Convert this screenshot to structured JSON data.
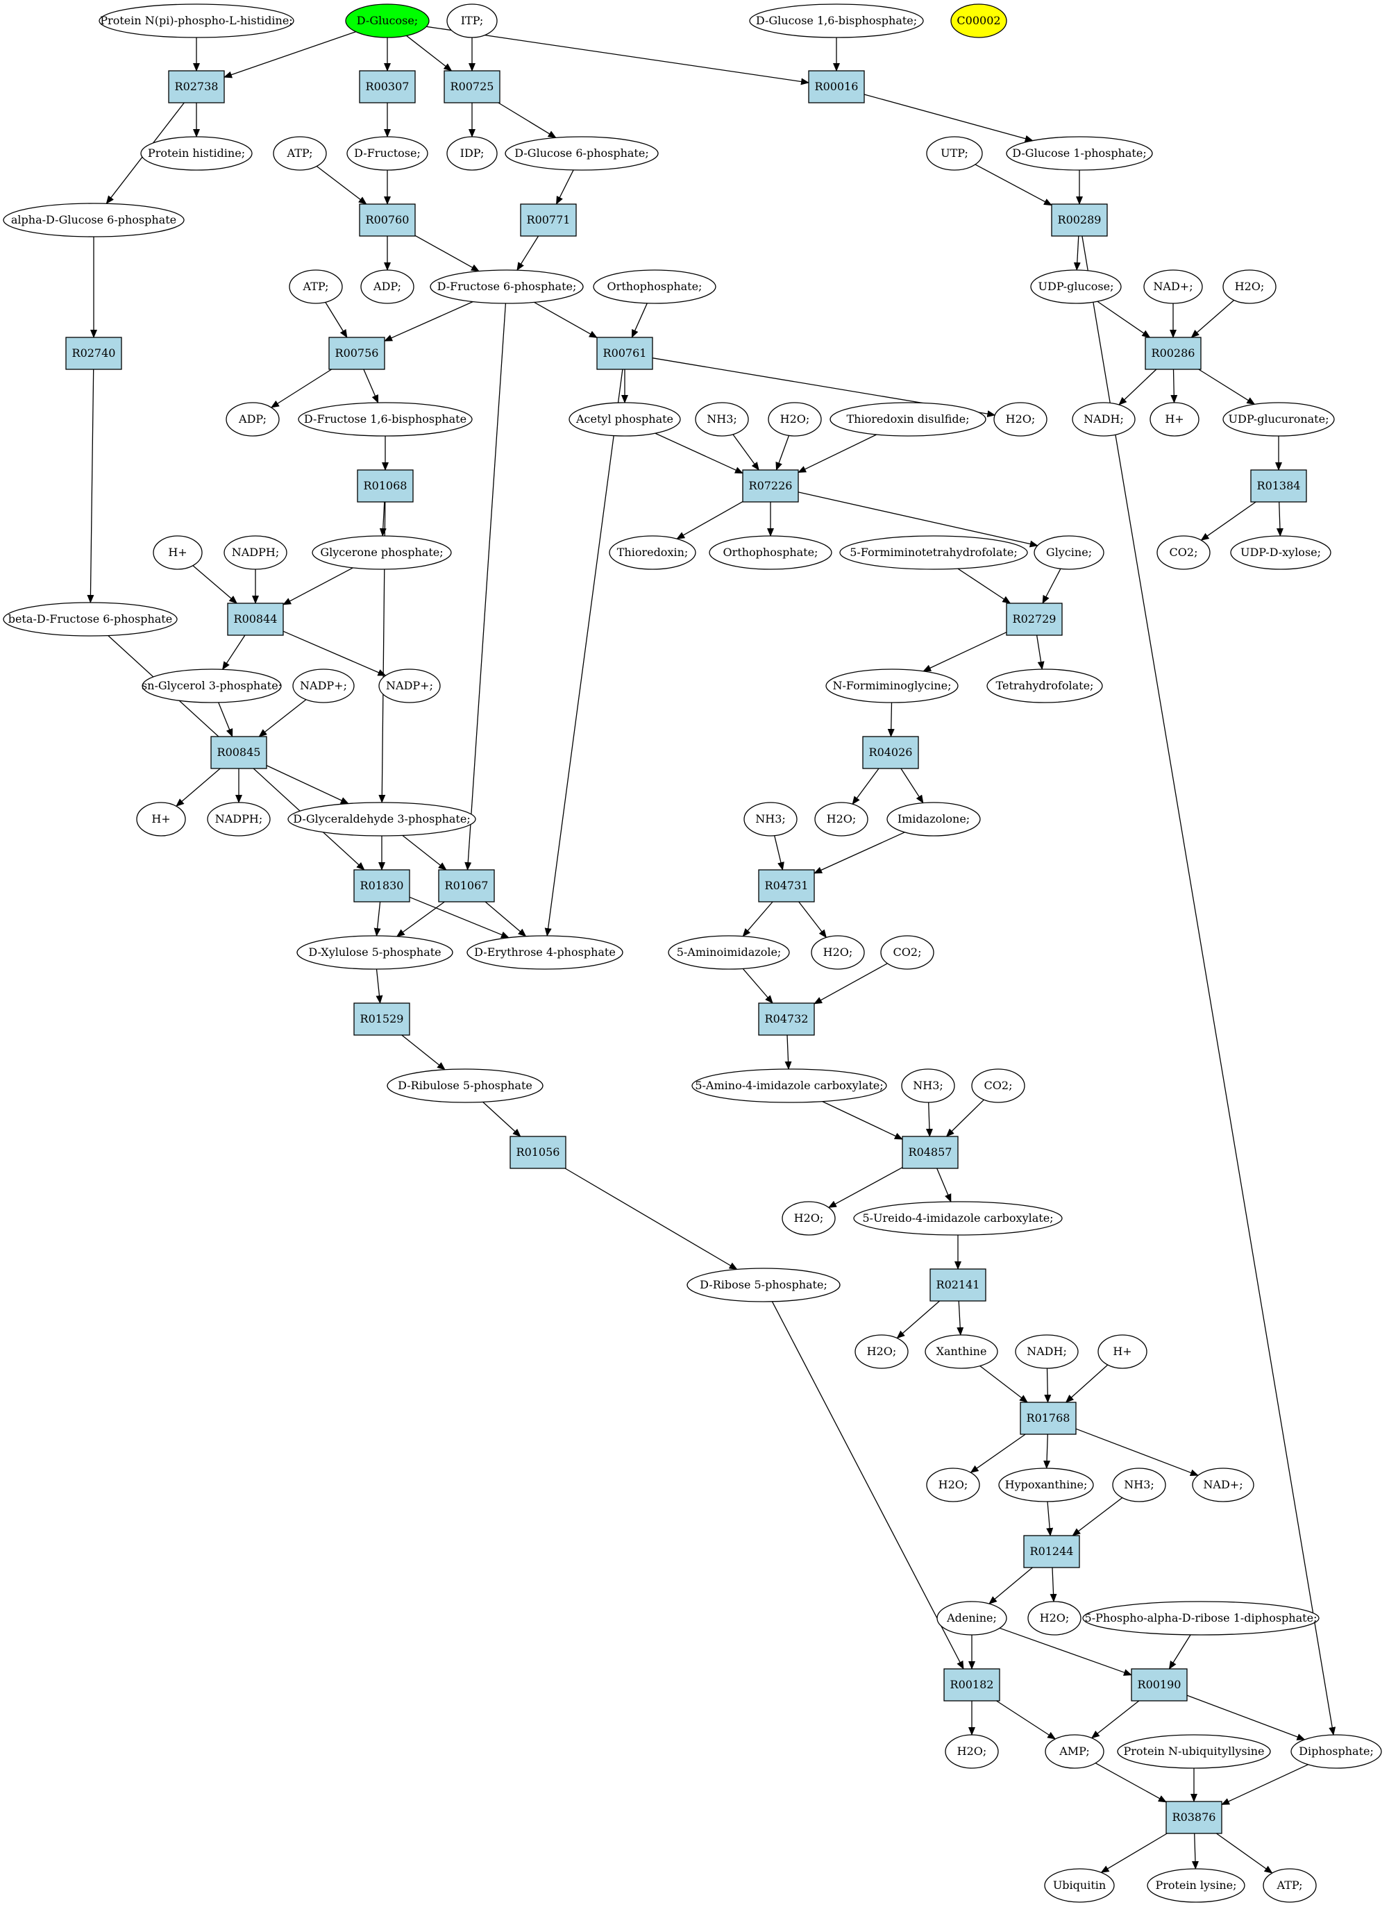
{
  "colors": {
    "reaction_fill": "#add8e6",
    "compound_fill": "#ffffff",
    "start_fill": "#00ff00",
    "highlight_fill": "#ffff00",
    "edge": "#000000"
  },
  "compounds": {
    "protein_npi_his": "Protein N(pi)-phospho-L-histidine;",
    "d_glucose": "D-Glucose;",
    "itp": "ITP;",
    "d_glucose_16bp": "D-Glucose 1,6-bisphosphate;",
    "c00002": "C00002",
    "protein_histidine": "Protein histidine;",
    "atp_a": "ATP;",
    "d_fructose": "D-Fructose;",
    "idp": "IDP;",
    "d_glucose_6p": "D-Glucose 6-phosphate;",
    "utp": "UTP;",
    "d_glucose_1p": "D-Glucose 1-phosphate;",
    "alpha_d_glucose_6p": "alpha-D-Glucose 6-phosphate",
    "adp_a": "ADP;",
    "atp_b": "ATP;",
    "d_fructose_6p": "D-Fructose 6-phosphate;",
    "orthophosphate_a": "Orthophosphate;",
    "udp_glucose": "UDP-glucose;",
    "nadp_plus_top": "NAD+;",
    "h2o_udp": "H2O;",
    "adp_b": "ADP;",
    "d_fructose_16bp": "D-Fructose 1,6-bisphosphate",
    "acetyl_phosphate": "Acetyl phosphate",
    "nh3_a": "NH3;",
    "h2o_a": "H2O;",
    "thioredoxin_disulfide": "Thioredoxin disulfide;",
    "h2o_r00761": "H2O;",
    "nadh_a": "NADH;",
    "h_plus_a": "H+",
    "udp_glucuronate": "UDP-glucuronate;",
    "h_plus_b": "H+",
    "nadph_a": "NADPH;",
    "glycerone_phosphate": "Glycerone phosphate;",
    "thioredoxin": "Thioredoxin;",
    "orthophosphate_b": "Orthophosphate;",
    "formiminotetrahydrofolate": "5-Formiminotetrahydrofolate;",
    "glycine": "Glycine;",
    "co2_a": "CO2;",
    "udp_d_xylose": "UDP-D-xylose;",
    "beta_d_fructose_6p": "beta-D-Fructose 6-phosphate",
    "sn_glycerol_3p": "sn-Glycerol 3-phosphate;",
    "nadp_plus_a": "NADP+;",
    "nadp_plus_b": "NADP+;",
    "n_formiminoglycine": "N-Formiminoglycine;",
    "tetrahydrofolate": "Tetrahydrofolate;",
    "h_plus_c": "H+",
    "nadph_b": "NADPH;",
    "d_glyceraldehyde_3p": "D-Glyceraldehyde 3-phosphate;",
    "nh3_b": "NH3;",
    "h2o_b": "H2O;",
    "imidazolone": "Imidazolone;",
    "d_xylulose_5p": "D-Xylulose 5-phosphate",
    "d_erythrose_4p": "D-Erythrose 4-phosphate",
    "aminoimidazole": "5-Aminoimidazole;",
    "h2o_c": "H2O;",
    "co2_b": "CO2;",
    "d_ribulose_5p": "D-Ribulose 5-phosphate",
    "amino_imidazole_carboxylate": "5-Amino-4-imidazole carboxylate;",
    "nh3_c": "NH3;",
    "co2_c": "CO2;",
    "h2o_d": "H2O;",
    "ureido_imidazole_carboxylate": "5-Ureido-4-imidazole carboxylate;",
    "d_ribose_5p": "D-Ribose 5-phosphate;",
    "h2o_e": "H2O;",
    "xanthine": "Xanthine",
    "nadh_b": "NADH;",
    "h_plus_d": "H+",
    "h2o_f": "H2O;",
    "hypoxanthine": "Hypoxanthine;",
    "nh3_d": "NH3;",
    "nad_plus_b": "NAD+;",
    "adenine": "Adenine;",
    "h2o_g": "H2O;",
    "prpp": "5-Phospho-alpha-D-ribose 1-diphosphate;",
    "h2o_h": "H2O;",
    "amp": "AMP;",
    "protein_n_ubiquityllysine": "Protein N-ubiquityllysine",
    "diphosphate": "Diphosphate;",
    "ubiquitin": "Ubiquitin",
    "protein_lysine": "Protein lysine;",
    "atp_c": "ATP;"
  },
  "reactions": {
    "R02738": "R02738",
    "R00307": "R00307",
    "R00725": "R00725",
    "R00016": "R00016",
    "R00760": "R00760",
    "R00771": "R00771",
    "R00289": "R00289",
    "R02740": "R02740",
    "R00756": "R00756",
    "R00761": "R00761",
    "R00286": "R00286",
    "R01068": "R01068",
    "R07226": "R07226",
    "R01384": "R01384",
    "R00844": "R00844",
    "R02729": "R02729",
    "R00845": "R00845",
    "R04026": "R04026",
    "R01830": "R01830",
    "R01067": "R01067",
    "R04731": "R04731",
    "R01529": "R01529",
    "R04732": "R04732",
    "R01056": "R01056",
    "R04857": "R04857",
    "R02141": "R02141",
    "R01768": "R01768",
    "R01244": "R01244",
    "R00182": "R00182",
    "R00190": "R00190",
    "R03876": "R03876"
  },
  "edges": [
    [
      "d_glucose",
      "R02738"
    ],
    [
      "protein_npi_his",
      "R02738"
    ],
    [
      "R02738",
      "protein_histidine"
    ],
    [
      "R02738",
      "alpha_d_glucose_6p"
    ],
    [
      "d_glucose",
      "R00307"
    ],
    [
      "R00307",
      "d_fructose"
    ],
    [
      "d_glucose",
      "R00725"
    ],
    [
      "itp",
      "R00725"
    ],
    [
      "R00725",
      "idp"
    ],
    [
      "R00725",
      "d_glucose_6p"
    ],
    [
      "d_glucose",
      "R00016"
    ],
    [
      "d_glucose_16bp",
      "R00016"
    ],
    [
      "R00016",
      "d_glucose_1p"
    ],
    [
      "atp_a",
      "R00760"
    ],
    [
      "d_fructose",
      "R00760"
    ],
    [
      "R00760",
      "adp_a"
    ],
    [
      "R00760",
      "d_fructose_6p"
    ],
    [
      "d_glucose_6p",
      "R00771"
    ],
    [
      "R00771",
      "d_fructose_6p"
    ],
    [
      "utp",
      "R00289"
    ],
    [
      "d_glucose_1p",
      "R00289"
    ],
    [
      "R00289",
      "udp_glucose"
    ],
    [
      "R00289",
      "diphosphate"
    ],
    [
      "alpha_d_glucose_6p",
      "R02740"
    ],
    [
      "R02740",
      "beta_d_fructose_6p"
    ],
    [
      "atp_b",
      "R00756"
    ],
    [
      "d_fructose_6p",
      "R00756"
    ],
    [
      "R00756",
      "adp_b"
    ],
    [
      "R00756",
      "d_fructose_16bp"
    ],
    [
      "d_fructose_6p",
      "R00761"
    ],
    [
      "orthophosphate_a",
      "R00761"
    ],
    [
      "R00761",
      "acetyl_phosphate"
    ],
    [
      "R00761",
      "h2o_r00761"
    ],
    [
      "R00761",
      "d_erythrose_4p"
    ],
    [
      "udp_glucose",
      "R00286"
    ],
    [
      "nadp_plus_top",
      "R00286"
    ],
    [
      "h2o_udp",
      "R00286"
    ],
    [
      "R00286",
      "nadh_a"
    ],
    [
      "R00286",
      "h_plus_a"
    ],
    [
      "R00286",
      "udp_glucuronate"
    ],
    [
      "d_fructose_16bp",
      "R01068"
    ],
    [
      "R01068",
      "glycerone_phosphate"
    ],
    [
      "R01068",
      "d_glyceraldehyde_3p"
    ],
    [
      "acetyl_phosphate",
      "R07226"
    ],
    [
      "nh3_a",
      "R07226"
    ],
    [
      "h2o_a",
      "R07226"
    ],
    [
      "thioredoxin_disulfide",
      "R07226"
    ],
    [
      "R07226",
      "thioredoxin"
    ],
    [
      "R07226",
      "orthophosphate_b"
    ],
    [
      "R07226",
      "glycine"
    ],
    [
      "udp_glucuronate",
      "R01384"
    ],
    [
      "R01384",
      "co2_a"
    ],
    [
      "R01384",
      "udp_d_xylose"
    ],
    [
      "h_plus_b",
      "R00844"
    ],
    [
      "nadph_a",
      "R00844"
    ],
    [
      "glycerone_phosphate",
      "R00844"
    ],
    [
      "R00844",
      "sn_glycerol_3p"
    ],
    [
      "R00844",
      "nadp_plus_b"
    ],
    [
      "formiminotetrahydrofolate",
      "R02729"
    ],
    [
      "glycine",
      "R02729"
    ],
    [
      "R02729",
      "n_formiminoglycine"
    ],
    [
      "R02729",
      "tetrahydrofolate"
    ],
    [
      "sn_glycerol_3p",
      "R00845"
    ],
    [
      "nadp_plus_a",
      "R00845"
    ],
    [
      "R00845",
      "h_plus_c"
    ],
    [
      "R00845",
      "nadph_b"
    ],
    [
      "R00845",
      "d_glyceraldehyde_3p"
    ],
    [
      "n_formiminoglycine",
      "R04026"
    ],
    [
      "R04026",
      "h2o_b"
    ],
    [
      "R04026",
      "imidazolone"
    ],
    [
      "beta_d_fructose_6p",
      "R01830"
    ],
    [
      "d_glyceraldehyde_3p",
      "R01830"
    ],
    [
      "R01830",
      "d_xylulose_5p"
    ],
    [
      "R01830",
      "d_erythrose_4p"
    ],
    [
      "d_glyceraldehyde_3p",
      "R01067"
    ],
    [
      "d_fructose_6p",
      "R01067"
    ],
    [
      "R01067",
      "d_xylulose_5p"
    ],
    [
      "R01067",
      "d_erythrose_4p"
    ],
    [
      "nh3_b",
      "R04731"
    ],
    [
      "imidazolone",
      "R04731"
    ],
    [
      "R04731",
      "aminoimidazole"
    ],
    [
      "R04731",
      "h2o_c"
    ],
    [
      "d_xylulose_5p",
      "R01529"
    ],
    [
      "R01529",
      "d_ribulose_5p"
    ],
    [
      "aminoimidazole",
      "R04732"
    ],
    [
      "co2_b",
      "R04732"
    ],
    [
      "R04732",
      "amino_imidazole_carboxylate"
    ],
    [
      "d_ribulose_5p",
      "R01056"
    ],
    [
      "R01056",
      "d_ribose_5p"
    ],
    [
      "amino_imidazole_carboxylate",
      "R04857"
    ],
    [
      "nh3_c",
      "R04857"
    ],
    [
      "co2_c",
      "R04857"
    ],
    [
      "R04857",
      "h2o_d"
    ],
    [
      "R04857",
      "ureido_imidazole_carboxylate"
    ],
    [
      "ureido_imidazole_carboxylate",
      "R02141"
    ],
    [
      "R02141",
      "h2o_e"
    ],
    [
      "R02141",
      "xanthine"
    ],
    [
      "xanthine",
      "R01768"
    ],
    [
      "nadh_b",
      "R01768"
    ],
    [
      "h_plus_d",
      "R01768"
    ],
    [
      "R01768",
      "h2o_f"
    ],
    [
      "R01768",
      "hypoxanthine"
    ],
    [
      "R01768",
      "nad_plus_b"
    ],
    [
      "hypoxanthine",
      "R01244"
    ],
    [
      "nh3_d",
      "R01244"
    ],
    [
      "R01244",
      "adenine"
    ],
    [
      "R01244",
      "h2o_g"
    ],
    [
      "d_ribose_5p",
      "R00182"
    ],
    [
      "adenine",
      "R00182"
    ],
    [
      "R00182",
      "h2o_h"
    ],
    [
      "R00182",
      "amp"
    ],
    [
      "adenine",
      "R00190"
    ],
    [
      "prpp",
      "R00190"
    ],
    [
      "R00190",
      "amp"
    ],
    [
      "R00190",
      "diphosphate"
    ],
    [
      "amp",
      "R03876"
    ],
    [
      "protein_n_ubiquityllysine",
      "R03876"
    ],
    [
      "diphosphate",
      "R03876"
    ],
    [
      "R03876",
      "ubiquitin"
    ],
    [
      "R03876",
      "protein_lysine"
    ],
    [
      "R03876",
      "atp_c"
    ]
  ]
}
